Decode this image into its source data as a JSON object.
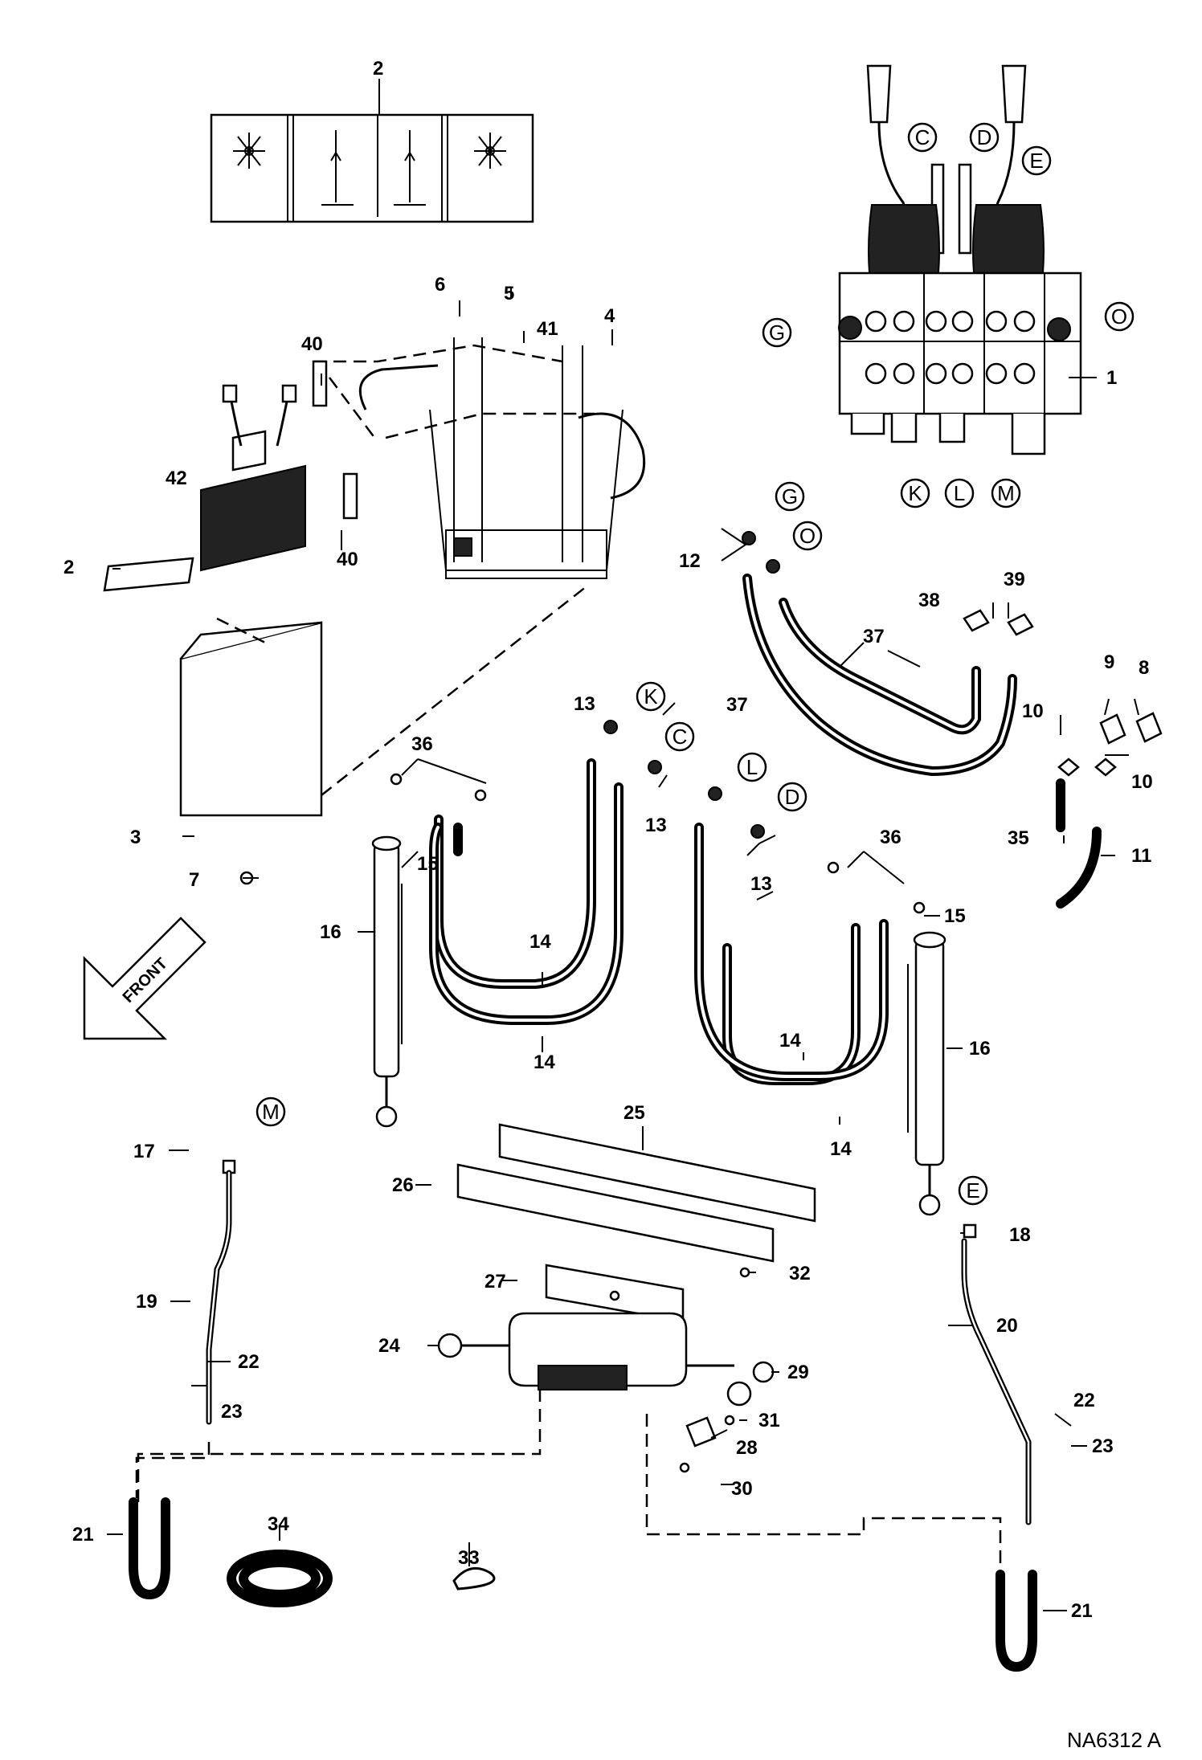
{
  "diagram_code": "NA6312 A",
  "front_arrow_text": "FRONT",
  "part_callouts": [
    "1",
    "2",
    "2",
    "3",
    "4",
    "5",
    "6",
    "7",
    "8",
    "9",
    "10",
    "10",
    "11",
    "12",
    "13",
    "13",
    "13",
    "14",
    "14",
    "14",
    "14",
    "15",
    "15",
    "16",
    "16",
    "17",
    "18",
    "19",
    "20",
    "21",
    "21",
    "22",
    "22",
    "23",
    "23",
    "24",
    "25",
    "26",
    "27",
    "28",
    "29",
    "30",
    "31",
    "32",
    "33",
    "34",
    "35",
    "36",
    "36",
    "37",
    "37",
    "38",
    "39",
    "40",
    "40",
    "41",
    "42"
  ],
  "port_callouts": [
    "C",
    "D",
    "E",
    "G",
    "O",
    "K",
    "L",
    "M",
    "G",
    "O",
    "K",
    "C",
    "L",
    "D",
    "M",
    "E"
  ]
}
